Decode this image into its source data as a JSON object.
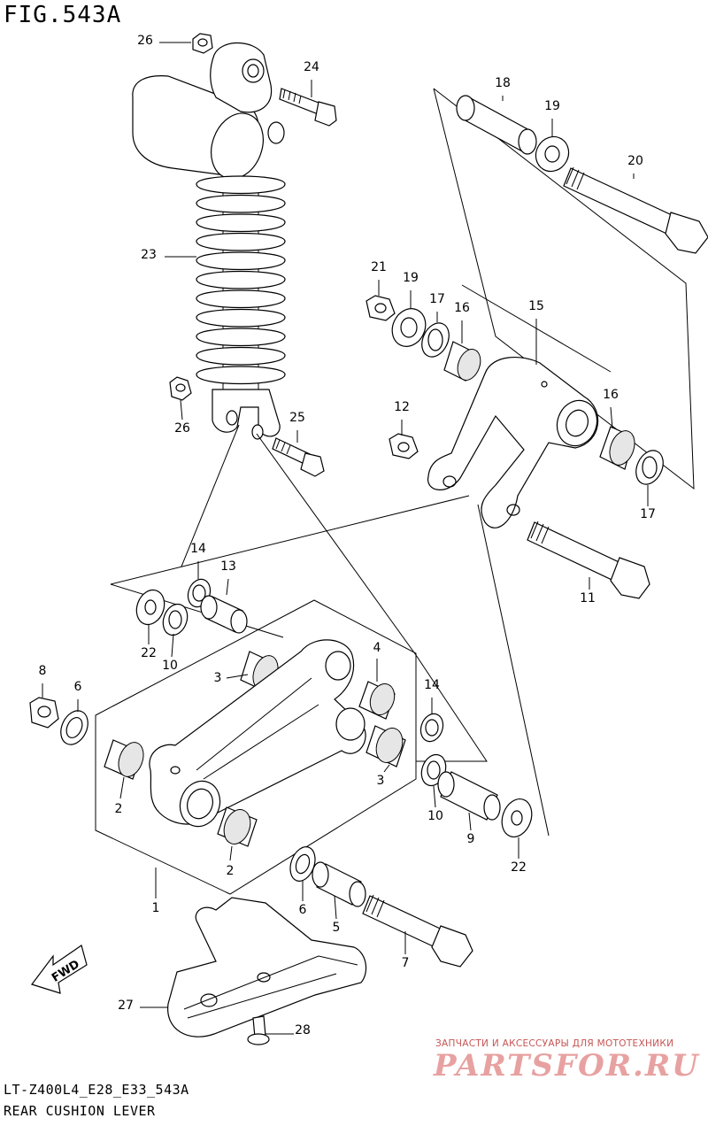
{
  "figure": {
    "title": "FIG.543A",
    "model_code": "LT-Z400L4_E28_E33_543A",
    "section_name": "REAR CUSHION LEVER"
  },
  "callouts": [
    "1",
    "2",
    "3",
    "4",
    "5",
    "6",
    "7",
    "8",
    "9",
    "10",
    "11",
    "12",
    "13",
    "14",
    "15",
    "16",
    "17",
    "18",
    "19",
    "20",
    "21",
    "22",
    "23",
    "24",
    "25",
    "26",
    "27",
    "28"
  ],
  "fwd_label": "FWD",
  "watermark": {
    "tagline": "ЗАПЧАСТИ И АКСЕССУАРЫ ДЛЯ МОТОТЕХНИКИ",
    "logo": "PARTSFOR.RU",
    "color": "#e8a1a1"
  },
  "colors": {
    "line": "#000000",
    "background": "#ffffff"
  }
}
